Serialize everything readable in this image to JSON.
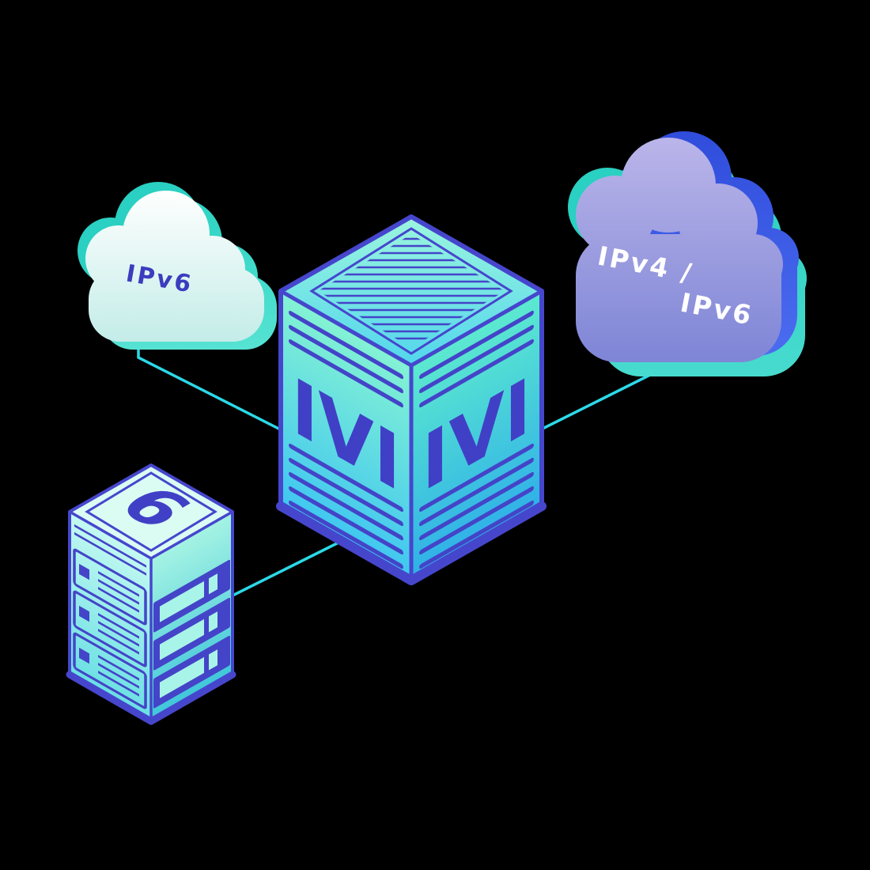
{
  "scene": {
    "background": "#000000",
    "nodes": {
      "ipv6_cloud": {
        "kind": "cloud-icon",
        "label": "IPv6"
      },
      "ipv4_ipv6_cloud": {
        "kind": "cloud-icon",
        "label": "IPv4 / IPv6",
        "label_line1": "IPv4 /",
        "label_line2": "IPv6"
      },
      "ivi_translator": {
        "kind": "isometric-box-icon",
        "left_face_label": "IVI",
        "right_face_label": "IVI"
      },
      "ipv6_server": {
        "kind": "server-rack-icon",
        "label": "6"
      }
    },
    "connections": [
      {
        "from": "ipv6_cloud",
        "to": "ivi_translator"
      },
      {
        "from": "ipv4_ipv6_cloud",
        "to": "ivi_translator"
      },
      {
        "from": "ipv6_server",
        "to": "ivi_translator"
      }
    ],
    "colors": {
      "connector": "#2bd9e8",
      "indigo": "#4444c8",
      "edge_indigo": "#4646cd",
      "teal": "#2ad0c2",
      "blue": "#3353dd",
      "lavender_cloud": "#8f93da",
      "mint": "#8ef3d6",
      "cyan": "#3ec3f2",
      "cloud_text_dark": "#3c3cbe",
      "cloud_text_light": "#ffffff"
    }
  }
}
